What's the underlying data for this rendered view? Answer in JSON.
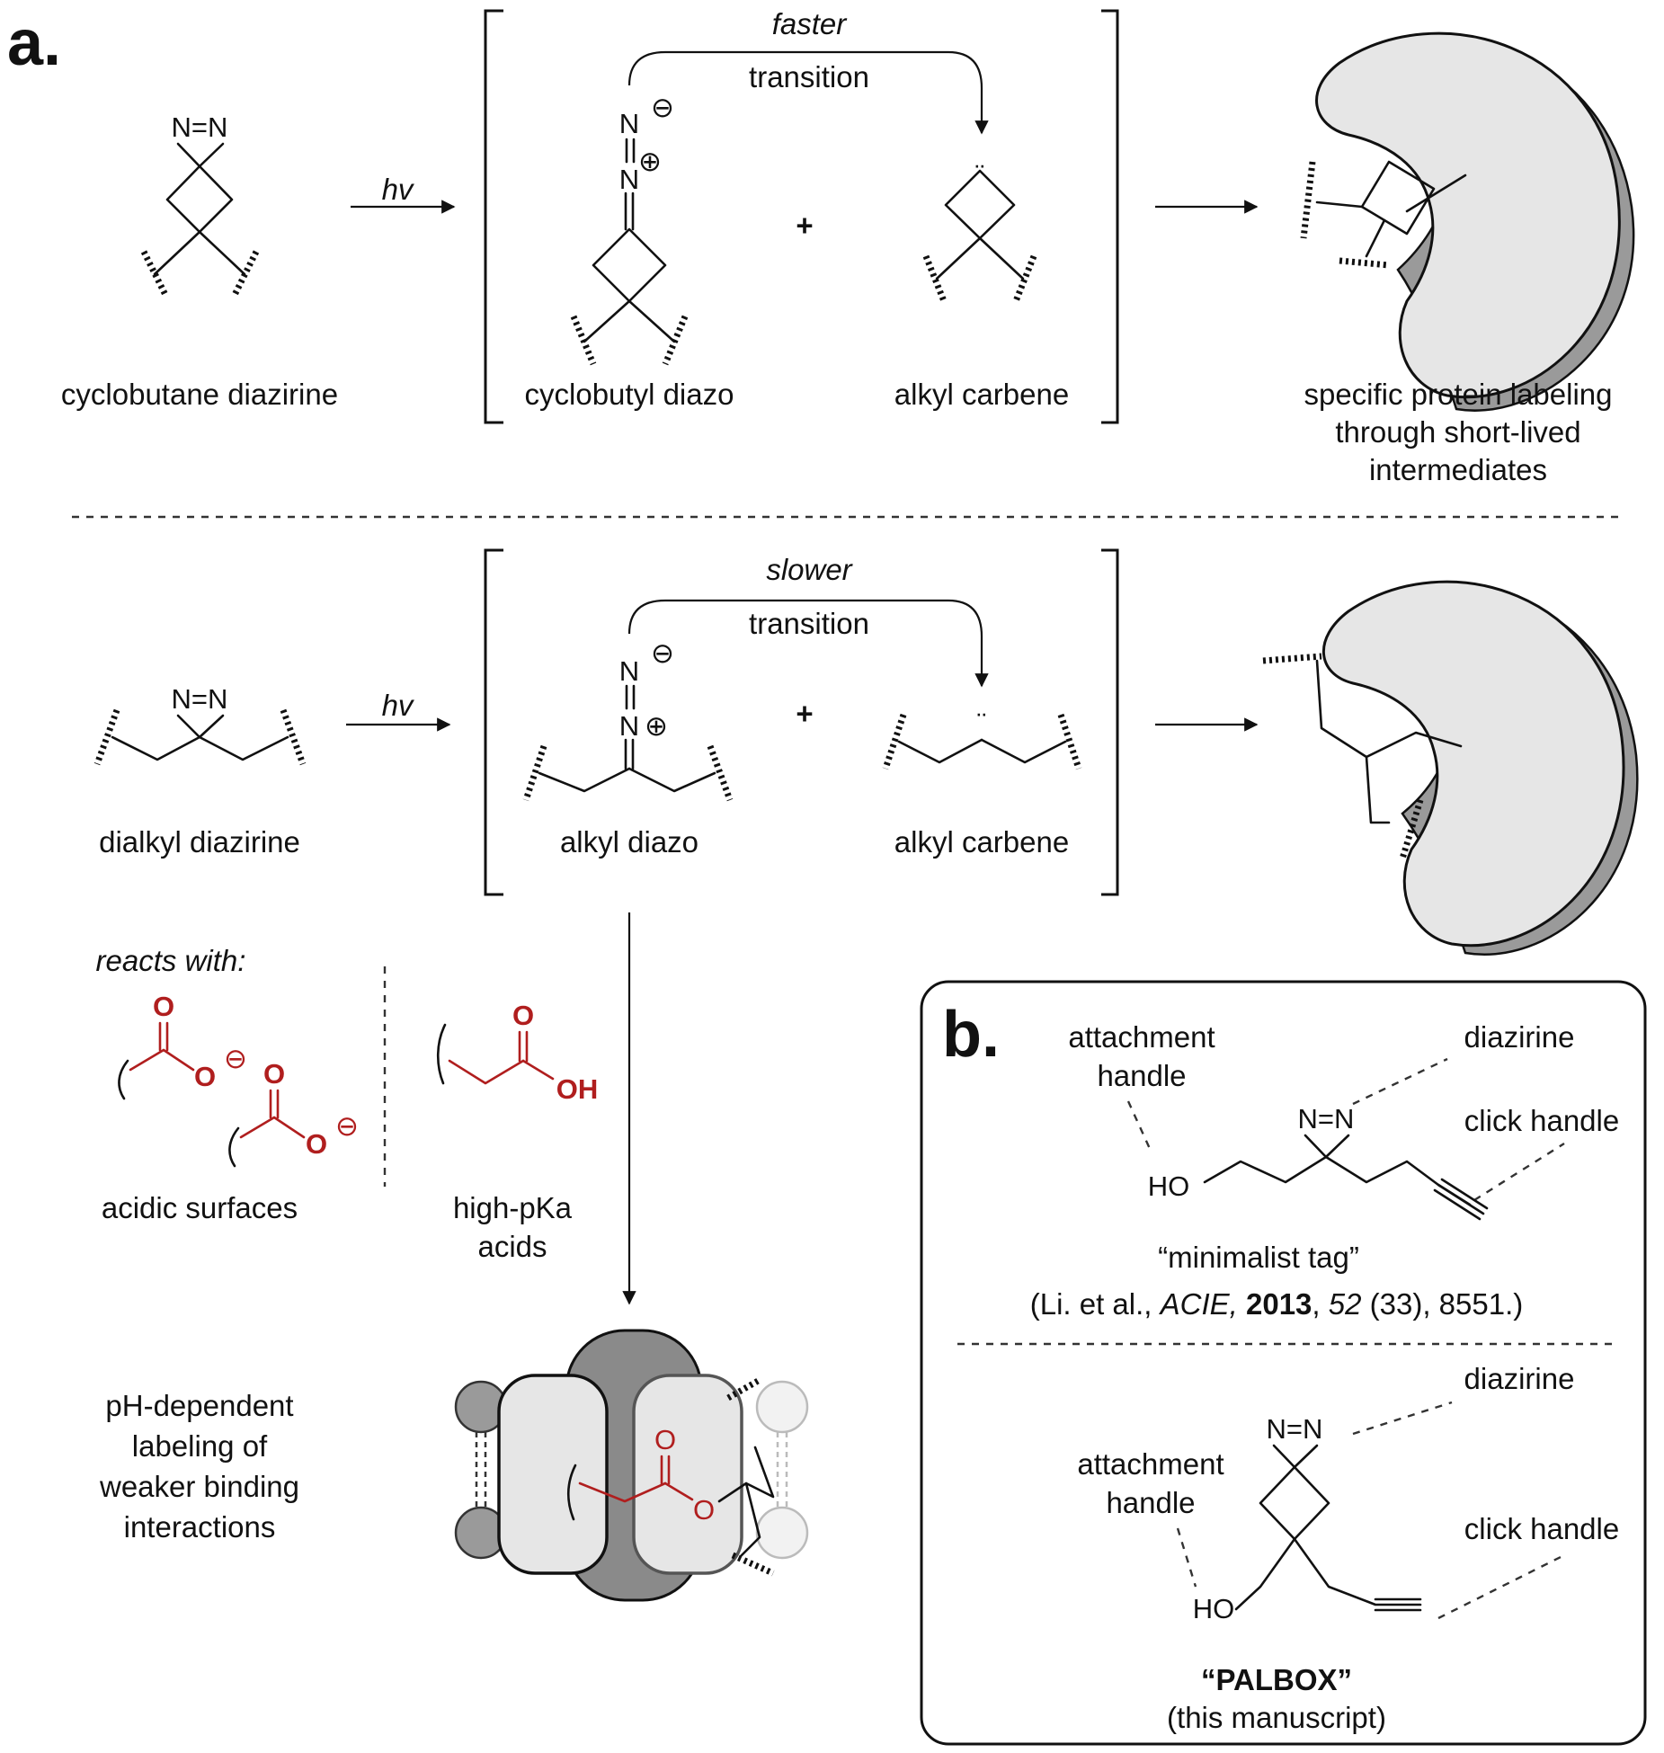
{
  "panel_a": {
    "letter": "a.",
    "top_row": {
      "start_label": "cyclobutane diazirine",
      "hv": "hv",
      "rate_word": "faster",
      "transition": "transition",
      "plus": "+",
      "diazo_label": "cyclobutyl diazo",
      "carbene_label": "alkyl carbene",
      "outcome_lines": [
        "specific protein labeling",
        "through short-lived",
        "intermediates"
      ]
    },
    "bottom_row": {
      "start_label": "dialkyl diazirine",
      "hv": "hv",
      "rate_word": "slower",
      "transition": "transition",
      "plus": "+",
      "diazo_label": "alkyl diazo",
      "carbene_label": "alkyl carbene"
    },
    "side_reaction": {
      "reacts_with": "reacts with:",
      "acidic_surfaces": "acidic surfaces",
      "high_pka_lines": [
        "high-pKa",
        "acids"
      ],
      "ph_lines": [
        "pH-dependent",
        "labeling of",
        "weaker binding",
        "interactions"
      ]
    },
    "atoms": {
      "n": "N",
      "nn": "N=N",
      "o": "O",
      "oh": "OH",
      "ho": "HO",
      "minus": "⊖",
      "plus_charge": "⊕",
      "dots": "¨"
    }
  },
  "panel_b": {
    "letter": "b.",
    "top": {
      "attachment_lines": [
        "attachment",
        "handle"
      ],
      "diazirine": "diazirine",
      "click": "click handle",
      "name": "“minimalist tag”",
      "ref_prefix": "(Li. et al., ",
      "ref_journal": "ACIE,",
      "ref_year": "2013",
      "ref_sep1": ", ",
      "ref_volume": "52",
      "ref_rest": " (33), 8551.)"
    },
    "bottom": {
      "attachment_lines": [
        "attachment",
        "handle"
      ],
      "diazirine": "diazirine",
      "click": "click handle",
      "name": "“PALBOX”",
      "note": "(this manuscript)"
    }
  },
  "colors": {
    "acid_red": "#b01e1e",
    "protein_fill": "#e6e6e6",
    "protein_shadow": "#9a9a9a"
  }
}
